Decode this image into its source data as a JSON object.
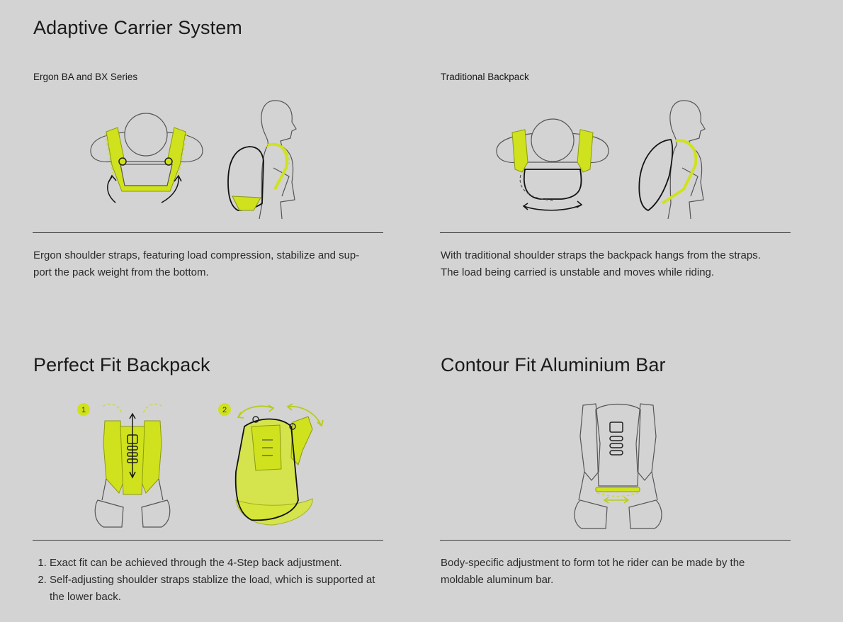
{
  "sections": {
    "adaptive": {
      "title": "Adaptive Carrier System",
      "left_sub": "Ergon BA and BX Series",
      "left_text": "Ergon shoulder straps, featuring load compression, stabilize and sup-\nport the pack weight from the bottom.",
      "right_sub": "Traditional Backpack",
      "right_text": "With traditional shoulder straps the backpack hangs from the straps.\nThe load being carried is unstable and moves while riding."
    },
    "perfect_fit": {
      "title": "Perfect Fit Backpack",
      "badge_1": "1",
      "badge_2": "2",
      "items": [
        "Exact fit can be achieved through the 4-Step back adjustment.",
        "Self-adjusting shoulder straps stablize the load, which is supported at the lower back."
      ]
    },
    "contour": {
      "title": "Contour Fit Aluminium Bar",
      "text": "Body-specific adjustment to form tot he rider can be made by the moldable aluminum bar."
    }
  },
  "colors": {
    "accent": "#cfe21d",
    "background": "#d3d3d3",
    "text": "#1c1c1c"
  },
  "icons": [
    "ergon-straps-top-view",
    "ergon-side-view",
    "traditional-straps-top-view",
    "traditional-side-view",
    "back-adjustment-illustration",
    "self-adjusting-straps-illustration",
    "aluminium-bar-illustration"
  ]
}
